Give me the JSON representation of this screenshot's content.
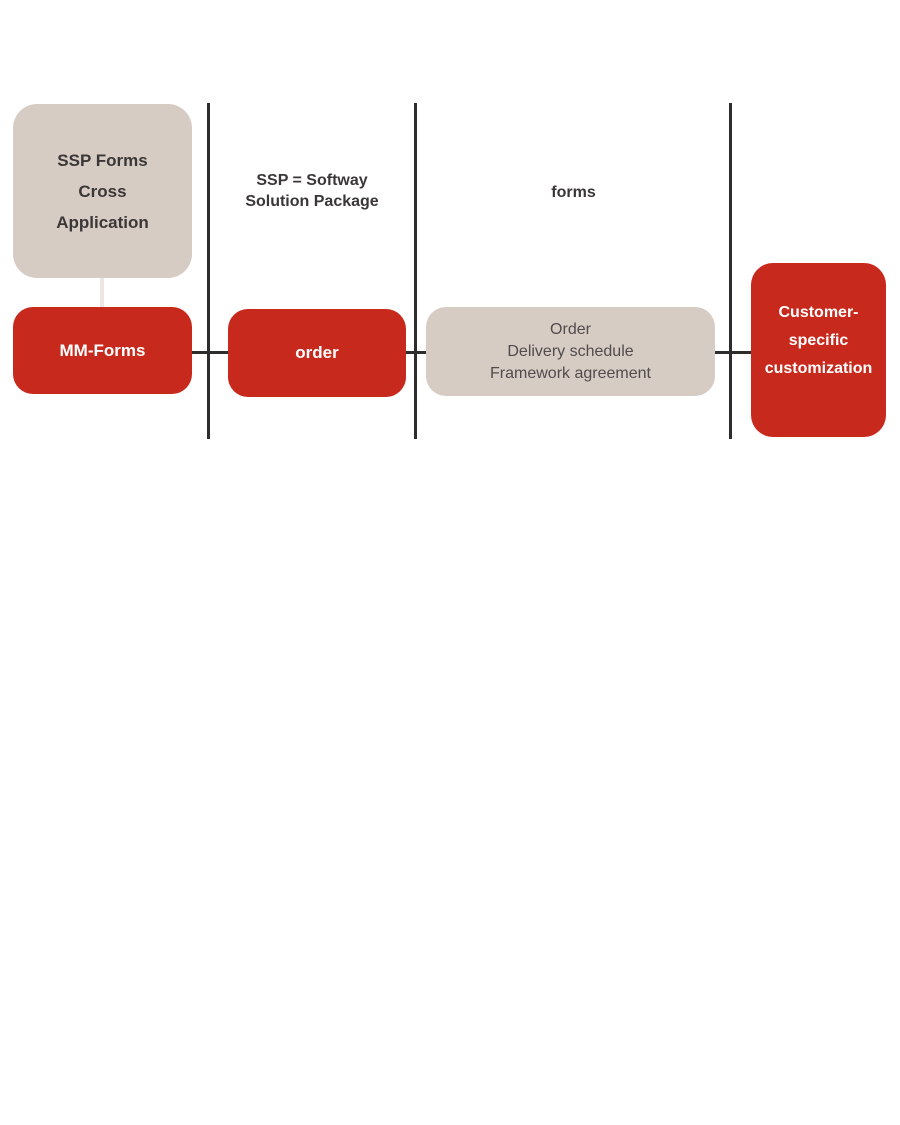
{
  "diagram": {
    "nodes": {
      "ssp_cross_application": {
        "lines": [
          "SSP Forms",
          "Cross",
          "Application"
        ]
      },
      "mm_forms": {
        "label": "MM-Forms"
      },
      "order": {
        "label": "order"
      },
      "form_types": {
        "lines": [
          "Order",
          "Delivery schedule",
          "Framework agreement"
        ]
      },
      "customer_customization": {
        "lines": [
          "Customer-",
          "specific",
          "customization"
        ]
      }
    },
    "labels": {
      "ssp_definition": {
        "lines": [
          "SSP = Softway",
          "Solution Package"
        ]
      },
      "forms": "forms"
    },
    "colors": {
      "node_red": "#c8291d",
      "node_beige": "#d6ccc4",
      "divider_dark": "#2e2d2c",
      "text_dark": "#3b3637",
      "text_muted": "#514b4c",
      "text_on_red": "#ffffff",
      "connector_light": "#ece7e2"
    }
  }
}
